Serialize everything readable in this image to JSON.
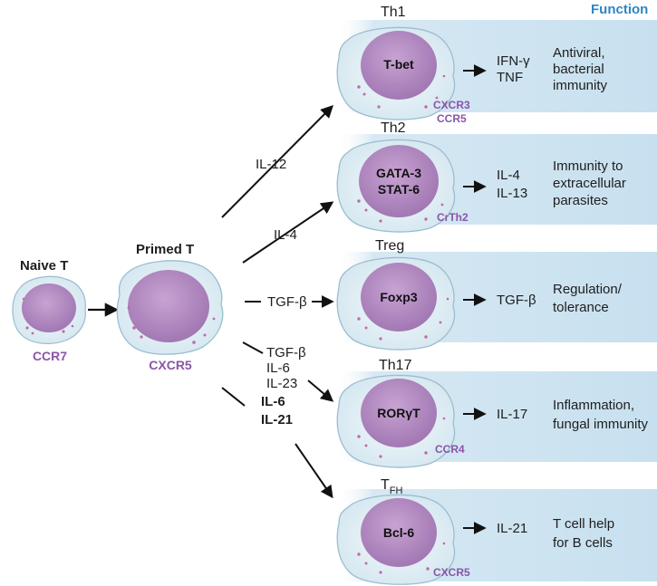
{
  "function_header": "Function",
  "naive": {
    "title": "Naive T",
    "marker": "CCR7"
  },
  "primed": {
    "title": "Primed T",
    "marker": "CXCR5"
  },
  "branches": [
    {
      "title": "Th1",
      "title_sub": "",
      "nucleus": [
        "T-bet"
      ],
      "markers": [
        "CXCR3",
        "CCR5"
      ],
      "cytokines": [
        "IFN-γ",
        "TNF"
      ],
      "function": [
        "Antiviral,",
        "bacterial",
        "immunity"
      ],
      "signal": [
        "IL-12"
      ]
    },
    {
      "title": "Th2",
      "title_sub": "",
      "nucleus": [
        "GATA-3",
        "STAT-6"
      ],
      "markers": [
        "CrTh2"
      ],
      "cytokines": [
        "IL-4",
        "IL-13"
      ],
      "function": [
        "Immunity to",
        "extracellular",
        "parasites"
      ],
      "signal": [
        "IL-4"
      ]
    },
    {
      "title": "Treg",
      "title_sub": "",
      "nucleus": [
        "Foxp3"
      ],
      "markers": [],
      "cytokines": [
        "TGF-β"
      ],
      "function": [
        "Regulation/",
        "tolerance"
      ],
      "signal": [
        "TGF-β"
      ]
    },
    {
      "title": "Th17",
      "title_sub": "",
      "nucleus": [
        "RORγT"
      ],
      "markers": [
        "CCR4"
      ],
      "cytokines": [
        "IL-17"
      ],
      "function": [
        "Inflammation,",
        "fungal immunity"
      ],
      "signal": [
        "TGF-β",
        "IL-6",
        "IL-23"
      ]
    },
    {
      "title": "T",
      "title_sub": "FH",
      "nucleus": [
        "Bcl-6"
      ],
      "markers": [
        "CXCR5"
      ],
      "cytokines": [
        "IL-21"
      ],
      "function": [
        "T cell help",
        "for B cells"
      ],
      "signal": [
        "IL-6",
        "IL-21"
      ]
    }
  ],
  "colors": {
    "band": "#cfe4f1",
    "membrane": "#dfeef4",
    "membrane_stroke": "#9bbdd0",
    "nucleus": "#b48bc0",
    "nucleus_dark": "#9a6fab",
    "granule": "#c06aa7",
    "marker": "#8a55a8",
    "function_header": "#2f86c4"
  }
}
